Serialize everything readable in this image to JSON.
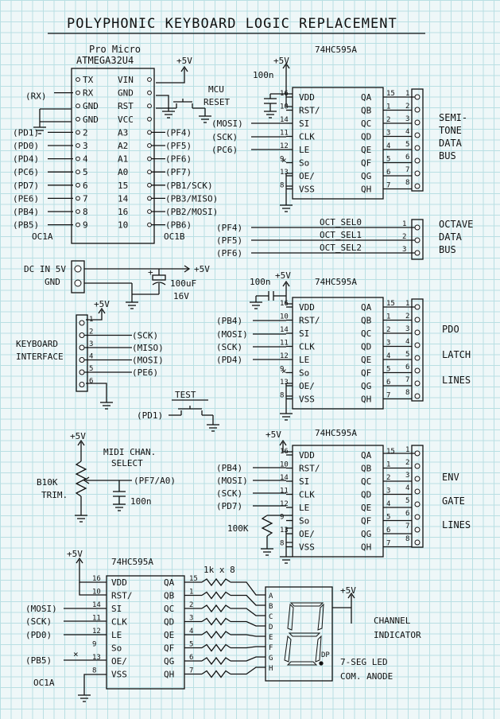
{
  "title": "POLYPHONIC KEYBOARD LOGIC REPLACEMENT",
  "mcu": {
    "name": "Pro Micro",
    "chip": "ATMEGA32U4",
    "left_pins": [
      "TX",
      "RX",
      "GND",
      "GND",
      "2",
      "3",
      "4",
      "5",
      "6",
      "7",
      "8",
      "9"
    ],
    "right_pins": [
      "VIN",
      "GND",
      "RST",
      "VCC",
      "A3",
      "A2",
      "A1",
      "A0",
      "15",
      "14",
      "16",
      "10"
    ],
    "left_nets": [
      "(RX)",
      "(PD1)",
      "(PD0)",
      "(PD4)",
      "(PC6)",
      "(PD7)",
      "(PE6)",
      "(PB4)",
      "(PB5)"
    ],
    "left_sub": "OC1A",
    "right_nets": [
      "(PF4)",
      "(PF5)",
      "(PF6)",
      "(PF7)",
      "(PB1/SCK)",
      "(PB3/MISO)",
      "(PB2/MOSI)",
      "(PB6)"
    ],
    "right_sub": "OC1B",
    "supply": "+5V",
    "reset_label": "MCU RESET"
  },
  "semitone": {
    "chip": "74HC595A",
    "cap": "100n",
    "supply": "+5V",
    "left_pins": [
      "VDD",
      "RST/",
      "SI",
      "CLK",
      "LE",
      "So",
      "OE/",
      "VSS"
    ],
    "left_nums": [
      "16",
      "10",
      "14",
      "11",
      "12",
      "9",
      "13",
      "8"
    ],
    "right_pins": [
      "QA",
      "QB",
      "QC",
      "QD",
      "QE",
      "QF",
      "QG",
      "QH"
    ],
    "right_nums": [
      "15",
      "1",
      "2",
      "3",
      "4",
      "5",
      "6",
      "7"
    ],
    "conn_nums": [
      "1",
      "2",
      "3",
      "4",
      "5",
      "6",
      "7",
      "8"
    ],
    "inputs": [
      "(MOSI)",
      "(SCK)",
      "(PC6)"
    ],
    "label": [
      "SEMI-",
      "TONE",
      "DATA",
      "BUS"
    ]
  },
  "octave": {
    "inputs": [
      "(PF4)",
      "(PF5)",
      "(PF6)"
    ],
    "signals": [
      "OCT_SEL0",
      "OCT_SEL1",
      "OCT_SEL2"
    ],
    "nums": [
      "1",
      "2",
      "3"
    ],
    "label": [
      "OCTAVE",
      "DATA",
      "BUS"
    ]
  },
  "power": {
    "label_in": "DC IN 5V",
    "label_gnd": "GND",
    "supply": "+5V",
    "cap": "100uF",
    "cap_v": "16V"
  },
  "keyboard": {
    "label": [
      "KEYBOARD",
      "INTERFACE"
    ],
    "supply": "+5V",
    "nums": [
      "1",
      "2",
      "3",
      "4",
      "5",
      "6"
    ],
    "nets": [
      "(SCK)",
      "(MISO)",
      "(MOSI)",
      "(PE6)"
    ]
  },
  "test": {
    "label": "TEST",
    "net": "(PD1)"
  },
  "pdo": {
    "chip": "74HC595A",
    "cap": "100n",
    "supply": "+5V",
    "inputs": [
      "(PB4)",
      "(MOSI)",
      "(SCK)",
      "(PD4)"
    ],
    "label": [
      "PDO",
      "LATCH",
      "LINES"
    ]
  },
  "midi": {
    "supply": "+5V",
    "label": [
      "MIDI CHAN.",
      "SELECT"
    ],
    "trim": [
      "B10K",
      "TRIM."
    ],
    "net": "(PF7/A0)",
    "cap": "100n"
  },
  "env": {
    "chip": "74HC595A",
    "supply": "+5V",
    "res": "100K",
    "inputs": [
      "(PB4)",
      "(MOSI)",
      "(SCK)",
      "(PD7)"
    ],
    "label": [
      "ENV",
      "GATE",
      "LINES"
    ]
  },
  "led": {
    "chip": "74HC595A",
    "supply": "+5V",
    "inputs": [
      "(MOSI)",
      "(SCK)",
      "(PD0)",
      "(PB5)"
    ],
    "sub": "OC1A",
    "res": "1k x 8",
    "seg_letters": [
      "A",
      "B",
      "C",
      "D",
      "E",
      "F",
      "G",
      "H"
    ],
    "dp": "DP",
    "led_supply": "+5V",
    "label": [
      "CHANNEL",
      "INDICATOR"
    ],
    "led_label": [
      "7-SEG LED",
      "COM. ANODE"
    ]
  }
}
